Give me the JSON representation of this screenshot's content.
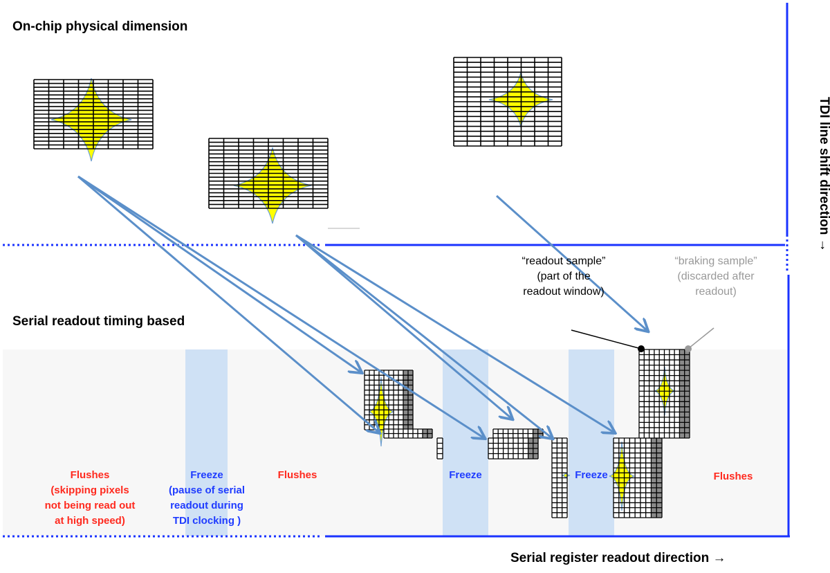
{
  "titles": {
    "top": "On-chip physical dimension",
    "bottom": "Serial readout timing based",
    "tdi_axis": "TDI line shift  direction  →",
    "serial_axis": "Serial register readout direction  →"
  },
  "annotations": {
    "readout_sample": "“readout sample”\n(part of the\nreadout window)",
    "braking_sample": "“braking sample”\n(discarded after\nreadout)"
  },
  "timeline_labels": [
    {
      "id": "flushes-1",
      "text": "Flushes\n(skipping pixels\nnot being read out\nat high speed)",
      "kind": "flush"
    },
    {
      "id": "freeze-1",
      "text": "Freeze\n(pause of serial\nreadout during\nTDI clocking )",
      "kind": "freeze"
    },
    {
      "id": "flushes-2",
      "text": "Flushes",
      "kind": "flush"
    },
    {
      "id": "freeze-2",
      "text": "Freeze",
      "kind": "freeze"
    },
    {
      "id": "freeze-3",
      "text": "Freeze",
      "kind": "freeze"
    },
    {
      "id": "flushes-3",
      "text": "Flushes",
      "kind": "flush"
    }
  ],
  "colors": {
    "flush_text": "#ff2a1f",
    "freeze_text": "#1f3cff",
    "freeze_band": "#cfe1f5",
    "timeline_bg": "#f7f7f7",
    "boundary_line": "#1a33ff",
    "arrow": "#5b8fc9",
    "star_fill": "#ffff00",
    "braking_column": "#8a8a8a"
  },
  "chip_windows": [
    {
      "id": "window-1",
      "cols": 8,
      "rows": 18
    },
    {
      "id": "window-2",
      "cols": 8,
      "rows": 18
    },
    {
      "id": "window-3",
      "cols": 8,
      "rows": 18
    }
  ]
}
